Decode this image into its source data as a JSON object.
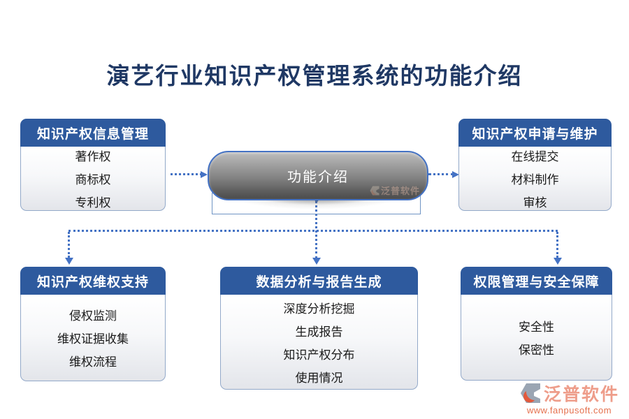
{
  "title": "演艺行业知识产权管理系统的功能介绍",
  "center": {
    "label": "功能介绍"
  },
  "boxes": [
    {
      "id": "ip-info",
      "header": "知识产权信息管理",
      "items": [
        "著作权",
        "商标权",
        "专利权"
      ]
    },
    {
      "id": "ip-apply",
      "header": "知识产权申请与维护",
      "items": [
        "在线提交",
        "材料制作",
        "审核"
      ]
    },
    {
      "id": "ip-rights",
      "header": "知识产权维权支持",
      "items": [
        "侵权监测",
        "维权证据收集",
        "维权流程"
      ]
    },
    {
      "id": "data-report",
      "header": "数据分析与报告生成",
      "items": [
        "深度分析挖掘",
        "生成报告",
        "知识产权分布",
        "使用情况"
      ]
    },
    {
      "id": "security",
      "header": "权限管理与安全保障",
      "items": [
        "安全性",
        "保密性"
      ]
    }
  ],
  "watermark": {
    "brand": "泛普软件",
    "url": "www.fanpusoft.com"
  },
  "colors": {
    "title_navy": "#1F3864",
    "header_blue": "#2E5A9E",
    "connector_blue": "#4472C4",
    "box_border": "#93A9C9",
    "brand_salmon": "#EE9D8A",
    "brand_orange": "#E5714E",
    "logo_gray": "#9AA5B3",
    "logo_crescent": "#E2593C"
  }
}
